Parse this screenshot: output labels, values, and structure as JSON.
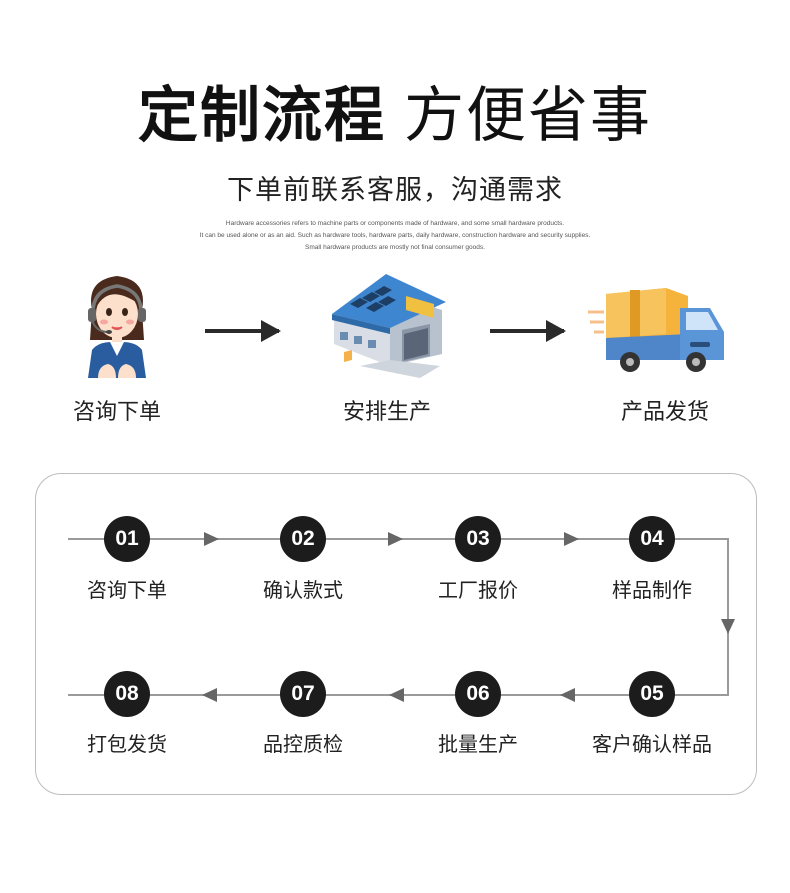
{
  "header": {
    "title_bold": "定制流程",
    "title_light": "方便省事",
    "subtitle": "下单前联系客服，沟通需求",
    "desc_lines": [
      "Hardware accessories refers to machine parts or components made of hardware, and some small hardware products.",
      "It can be used alone or as an aid. Such as hardware tools, hardware parts, daily hardware, construction hardware and security supplies.",
      "Small hardware products are mostly not final consumer goods."
    ]
  },
  "overview": [
    {
      "label": "咨询下单",
      "icon": "customer-service-icon"
    },
    {
      "label": "安排生产",
      "icon": "factory-icon"
    },
    {
      "label": "产品发货",
      "icon": "delivery-truck-icon"
    }
  ],
  "process": [
    {
      "num": "01",
      "label": "咨询下单"
    },
    {
      "num": "02",
      "label": "确认款式"
    },
    {
      "num": "03",
      "label": "工厂报价"
    },
    {
      "num": "04",
      "label": "样品制作"
    },
    {
      "num": "05",
      "label": "客户确认样品"
    },
    {
      "num": "06",
      "label": "批量生产"
    },
    {
      "num": "07",
      "label": "品控质检"
    },
    {
      "num": "08",
      "label": "打包发货"
    }
  ]
}
